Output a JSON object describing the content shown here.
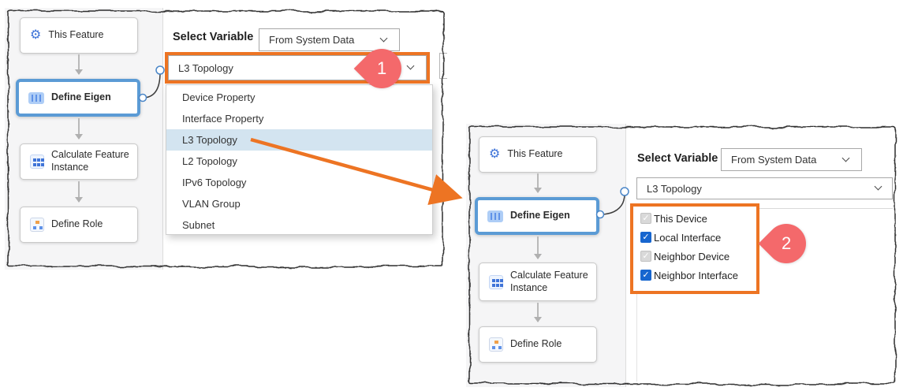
{
  "colors": {
    "accent_orange": "#ED7423",
    "marker_red": "#F4696B",
    "selected_step_blue": "#5B9BD5",
    "checkbox_blue": "#1766CF",
    "option_highlight_blue": "#D3E4F0"
  },
  "workflow": {
    "steps": [
      {
        "label": "This Feature",
        "selected": false
      },
      {
        "label": "Define Eigen",
        "selected": true
      },
      {
        "label": "Calculate Feature Instance",
        "selected": false
      },
      {
        "label": "Define Role",
        "selected": false
      }
    ]
  },
  "left_panel": {
    "select_variable_label": "Select Variable",
    "source_value": "From System Data",
    "variable_value": "L3 Topology",
    "dropdown_options": [
      "Device Property",
      "Interface Property",
      "L3 Topology",
      "L2 Topology",
      "IPv6 Topology",
      "VLAN Group",
      "Subnet"
    ],
    "selected_option": "L3 Topology",
    "step_marker": "1"
  },
  "right_panel": {
    "select_variable_label": "Select Variable",
    "source_value": "From System Data",
    "variable_value": "L3 Topology",
    "checkboxes": [
      {
        "label": "This Device",
        "checked": true,
        "disabled": true
      },
      {
        "label": "Local Interface",
        "checked": true,
        "disabled": false
      },
      {
        "label": "Neighbor Device",
        "checked": true,
        "disabled": true
      },
      {
        "label": "Neighbor Interface",
        "checked": true,
        "disabled": false
      }
    ],
    "step_marker": "2"
  }
}
